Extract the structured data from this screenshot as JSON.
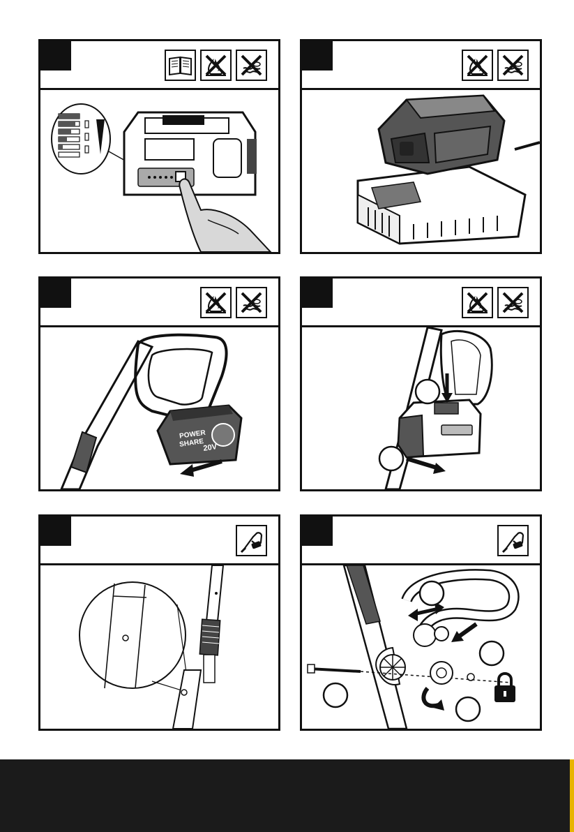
{
  "page": {
    "background": "#ffffff",
    "footer_color": "#1b1b1b",
    "accent_color": "#e8b400"
  },
  "panels": [
    {
      "id": 1,
      "icons": [
        "read-manual-icon",
        "no-fire-icon",
        "no-water-icon"
      ],
      "illustration": "battery-charge-indicator"
    },
    {
      "id": 2,
      "icons": [
        "no-fire-icon",
        "no-water-icon"
      ],
      "illustration": "battery-on-charger"
    },
    {
      "id": 3,
      "icons": [
        "no-fire-icon",
        "no-water-icon"
      ],
      "illustration": "remove-battery"
    },
    {
      "id": 4,
      "icons": [
        "no-fire-icon",
        "no-water-icon"
      ],
      "illustration": "insert-battery"
    },
    {
      "id": 5,
      "icons": [
        "tool-icon"
      ],
      "illustration": "shaft-assembly"
    },
    {
      "id": 6,
      "icons": [
        "tool-icon"
      ],
      "illustration": "handle-assembly"
    }
  ],
  "battery_brand": {
    "line1": "POWER",
    "line2": "SHARE",
    "voltage": "20V"
  }
}
